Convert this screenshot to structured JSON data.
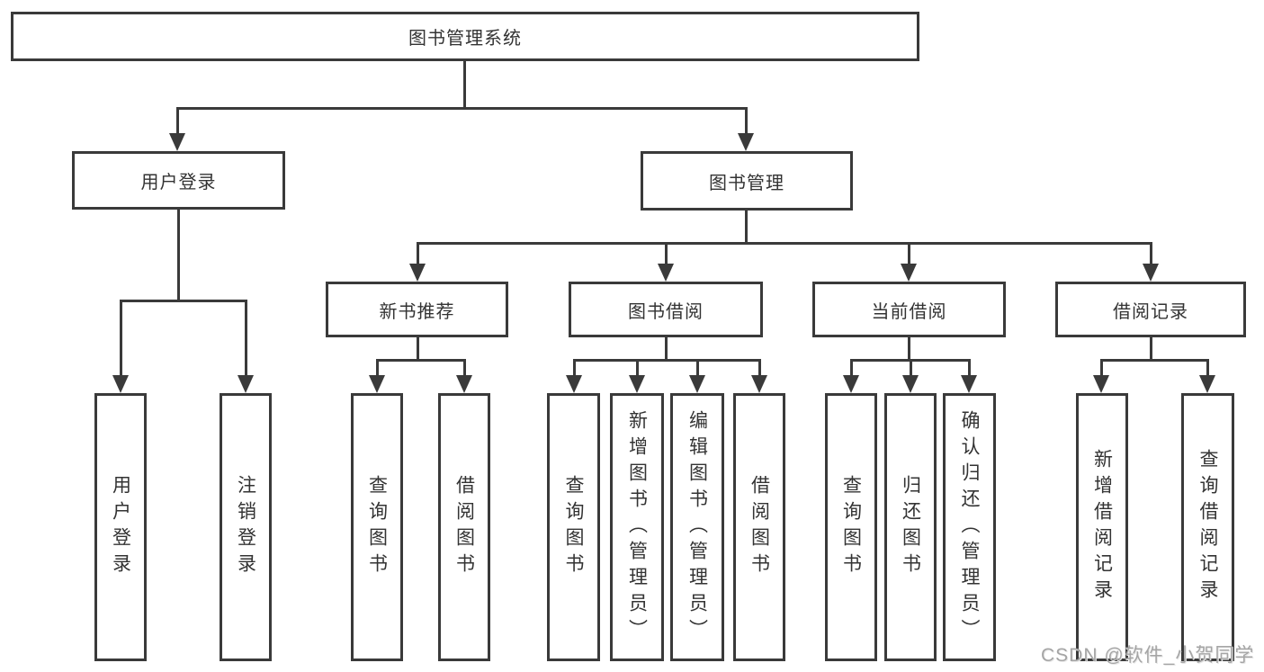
{
  "diagram": {
    "type": "tree",
    "title": "图书管理系统"
  },
  "root": {
    "label": "图书管理系统"
  },
  "level2": [
    {
      "label": "用户登录"
    },
    {
      "label": "图书管理"
    }
  ],
  "level3": [
    {
      "label": "新书推荐"
    },
    {
      "label": "图书借阅"
    },
    {
      "label": "当前借阅"
    },
    {
      "label": "借阅记录"
    }
  ],
  "leaves": {
    "user_login": [
      "用户登录",
      "注销登录"
    ],
    "new_book": [
      "查询图书",
      "借阅图书"
    ],
    "book_borrow": [
      "查询图书",
      "新增图书（管理员）",
      "编辑图书（管理员）",
      "借阅图书"
    ],
    "current_borrow": [
      "查询图书",
      "归还图书",
      "确认归还（管理员）"
    ],
    "borrow_record": [
      "新增借阅记录",
      "查询借阅记录"
    ]
  },
  "watermark": {
    "text": "CSDN @软件_小贺同学"
  },
  "colors": {
    "line": "#3a3a3a",
    "text": "#333333",
    "background": "#ffffff",
    "watermark": "#a5a5a5"
  }
}
